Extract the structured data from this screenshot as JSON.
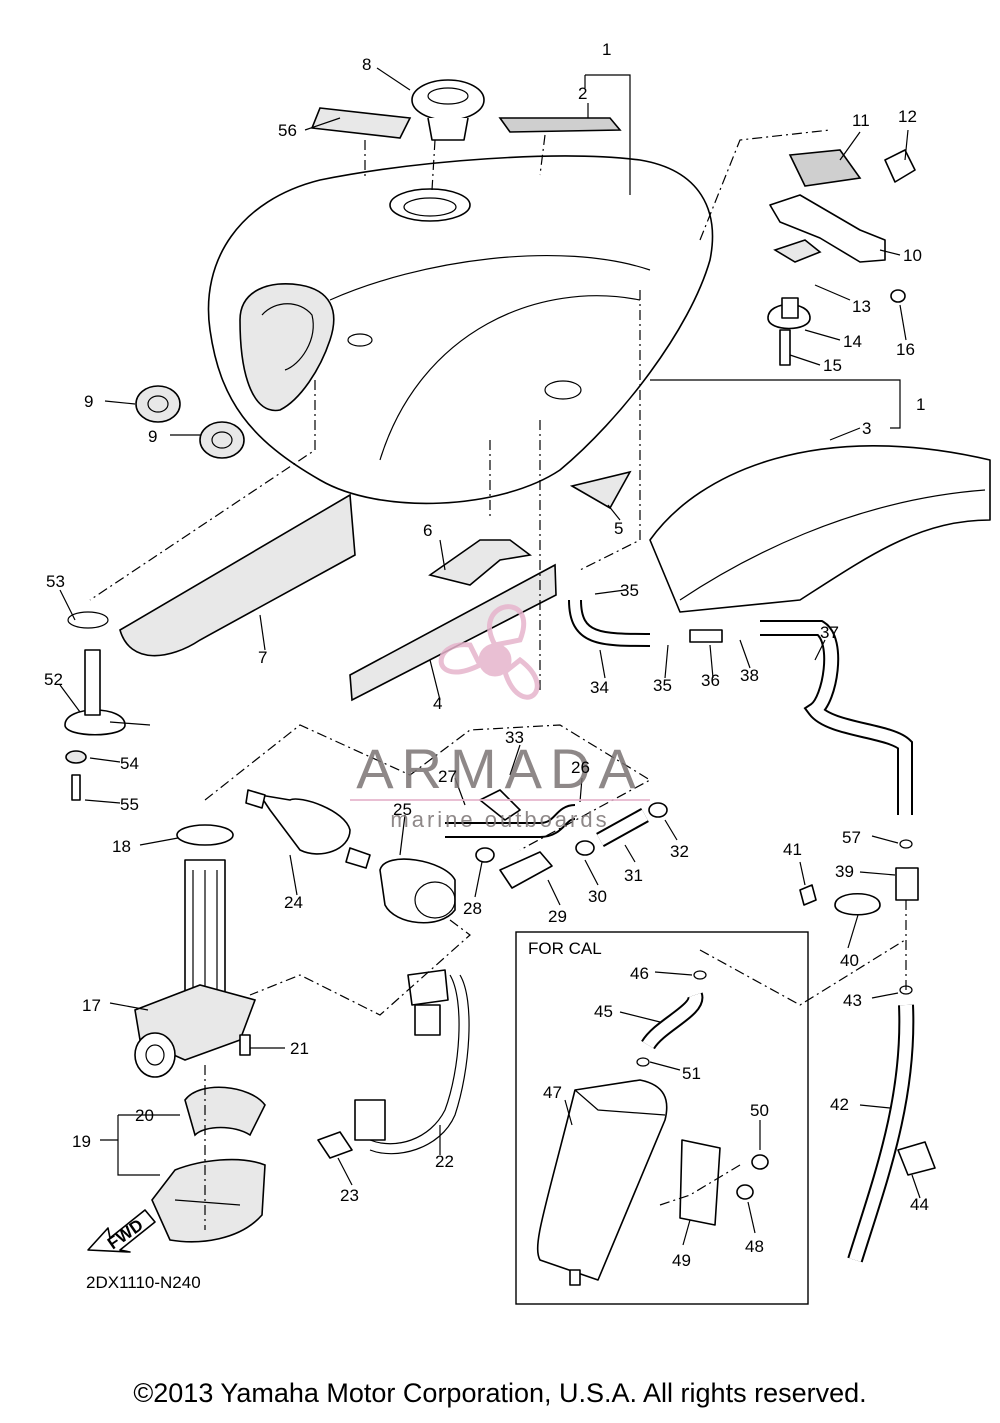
{
  "diagram_code": "2DX1110-N240",
  "inset_label": "FOR CAL",
  "fwd_label": "FWD",
  "watermark": {
    "brand": "ARMADA",
    "tagline": "marine outboards",
    "accent_color": "#e6b4cc",
    "text_color": "#7b7474"
  },
  "copyright": "©2013 Yamaha Motor Corporation, U.S.A. All rights reserved.",
  "callouts": [
    "1",
    "2",
    "56",
    "8",
    "11",
    "12",
    "10",
    "13",
    "16",
    "14",
    "15",
    "9",
    "9",
    "1",
    "3",
    "6",
    "5",
    "53",
    "7",
    "35",
    "34",
    "35",
    "36",
    "38",
    "37",
    "4",
    "52",
    "54",
    "55",
    "33",
    "27",
    "26",
    "25",
    "18",
    "24",
    "28",
    "29",
    "30",
    "31",
    "32",
    "57",
    "41",
    "39",
    "40",
    "17",
    "21",
    "46",
    "45",
    "51",
    "43",
    "20",
    "19",
    "47",
    "50",
    "42",
    "22",
    "23",
    "44",
    "49",
    "48"
  ]
}
